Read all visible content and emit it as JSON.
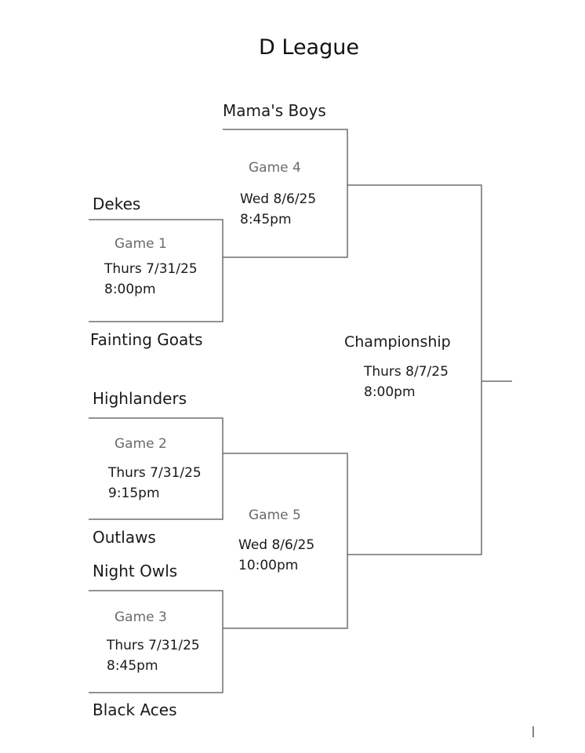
{
  "title": "D League",
  "teams": {
    "mamas_boys": "Mama's Boys",
    "dekes": "Dekes",
    "fainting_goats": "Fainting Goats",
    "highlanders": "Highlanders",
    "outlaws": "Outlaws",
    "night_owls": "Night Owls",
    "black_aces": "Black Aces"
  },
  "games": {
    "game1": {
      "label": "Game 1",
      "date": "Thurs 7/31/25",
      "time": "8:00pm"
    },
    "game2": {
      "label": "Game 2",
      "date": "Thurs 7/31/25",
      "time": "9:15pm"
    },
    "game3": {
      "label": "Game 3",
      "date": "Thurs 7/31/25",
      "time": "8:45pm"
    },
    "game4": {
      "label": "Game 4",
      "date": "Wed 8/6/25",
      "time": "8:45pm"
    },
    "game5": {
      "label": "Game 5",
      "date": "Wed 8/6/25",
      "time": "10:00pm"
    },
    "championship": {
      "label": "Championship",
      "date": "Thurs 8/7/25",
      "time": "8:00pm"
    }
  },
  "colors": {
    "line": "#6e6e6e",
    "text": "#1a1a1a",
    "game_label": "#6b6b6b"
  }
}
